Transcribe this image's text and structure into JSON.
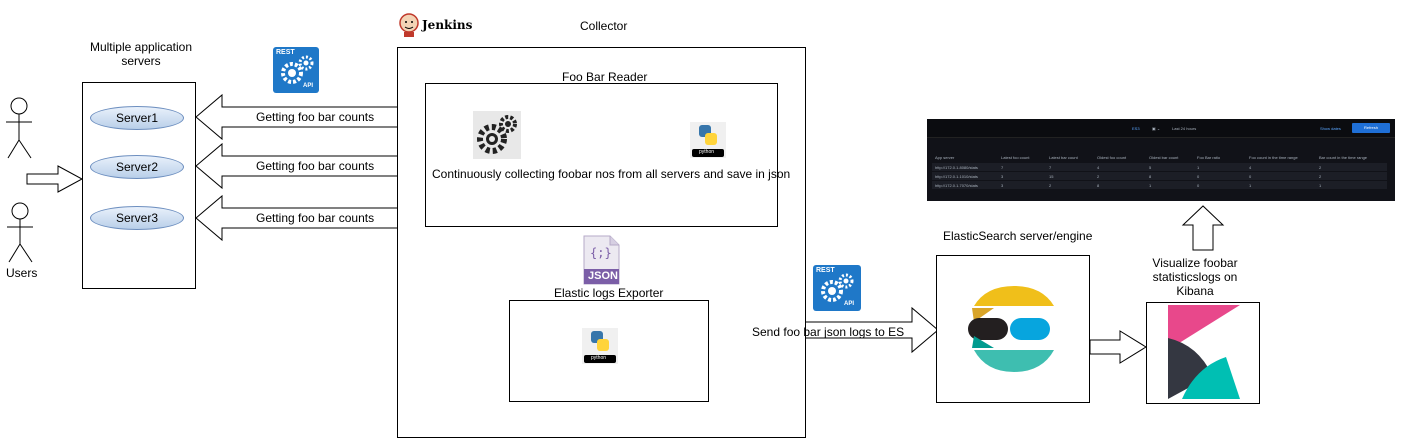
{
  "jenkins": {
    "label": "Jenkins"
  },
  "titles": {
    "collector": "Collector",
    "app_servers": "Multiple application servers",
    "reader": "Foo Bar Reader",
    "exporter": "Elastic logs Exporter",
    "es": "ElasticSearch server/engine",
    "kibana_caption": "Visualize foobar statisticslogs on Kibana"
  },
  "actor": {
    "label": "Users"
  },
  "servers": [
    "Server1",
    "Server2",
    "Server3"
  ],
  "arrows": {
    "counts": [
      "Getting foo bar counts",
      "Getting foo bar counts",
      "Getting foo bar counts"
    ],
    "send": "Send foo bar json logs to ES"
  },
  "reader_text": "Continuously collecting foobar nos from all servers and save in json",
  "icons": {
    "rest_api": {
      "top": "REST",
      "bottom": "API",
      "color": "#1f78c8"
    },
    "python": {
      "label": "python"
    },
    "json_file": {
      "label": "JSON",
      "glyph": "{;}"
    }
  },
  "kibana_dashboard": {
    "index": "ES3",
    "time_range": "Last 24 hours",
    "show_dates": "Show dates",
    "refresh": "Refresh",
    "columns": [
      "App server",
      "Latest foo count",
      "Latest bar count",
      "Oldest foo count",
      "Oldest bar count",
      "Foo Bar ratio",
      "Foo count in the time range",
      "Bar count in the time range"
    ],
    "rows": [
      [
        "http://172.0.1.8080/stats",
        "7",
        "7",
        "4",
        "5",
        "1",
        "4",
        "2"
      ],
      [
        "http://172.0.1.1010/stats",
        "3",
        "15",
        "2",
        "8",
        "0",
        "0",
        "2"
      ],
      [
        "http://172.0.1.7070/stats",
        "3",
        "2",
        "8",
        "1",
        "0",
        "1",
        "1"
      ]
    ]
  },
  "colors": {
    "es_yellow": "#f0bf1a",
    "es_teal": "#3ebeb0",
    "es_blue": "#07a5de",
    "es_dark": "#231f20",
    "kibana_pink": "#e8488b",
    "kibana_teal": "#00bfb3",
    "kibana_dark": "#343741"
  }
}
